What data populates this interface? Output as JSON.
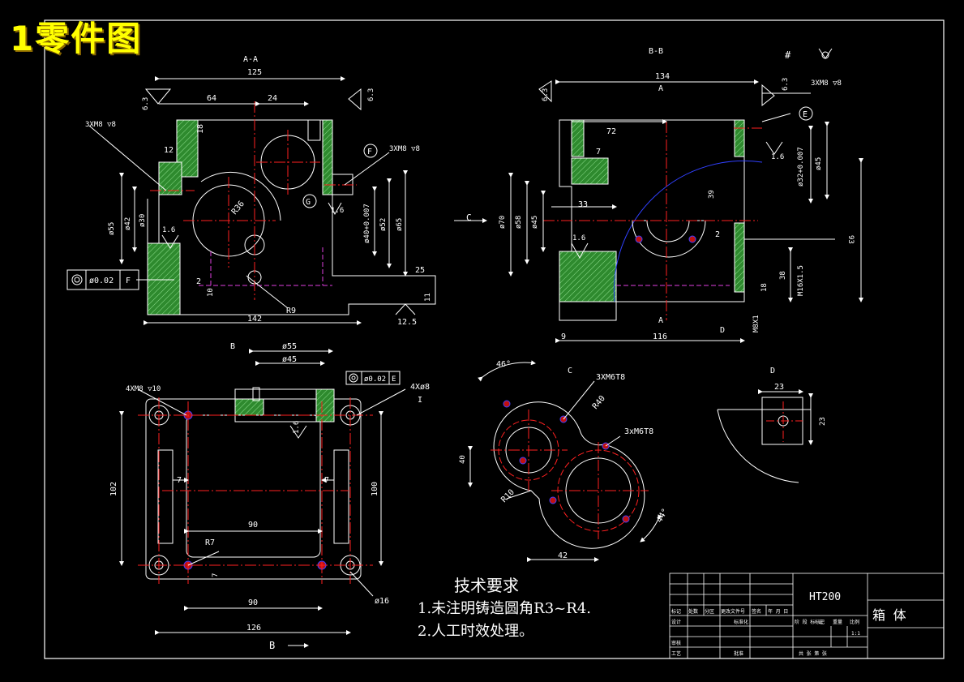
{
  "title": "1零件图",
  "views": {
    "aa": {
      "label": "A-A",
      "d125": "125",
      "d64": "64",
      "d24": "24",
      "d12": "12",
      "d18": "18",
      "d142": "142",
      "r36": "R36",
      "r9": "R9",
      "d55": "ø55",
      "d42": "ø42",
      "d30": "ø30",
      "d40": "ø40+0.007",
      "d52": "ø52",
      "d65": "ø65",
      "d25": "25",
      "d11": "11",
      "d2": "2",
      "d10": "10",
      "thread_l": "3XM8 ▽8",
      "thread_r": "3XM8 ▽8",
      "f": "F",
      "g": "G",
      "tol": "ø0.02",
      "tol_ref": "F",
      "ra1": "6.3",
      "ra2": "6.3",
      "ra3": "1.6",
      "ra4": "1.6",
      "ra5": "12.5"
    },
    "bb": {
      "label": "B-B",
      "d134": "134",
      "a1": "A",
      "d72": "72",
      "d7": "7",
      "d33": "33",
      "d70": "ø70",
      "d58": "ø58",
      "d45": "ø45",
      "d32": "ø32+0.007",
      "d45r": "ø45",
      "d39": "39",
      "d2": "2",
      "d93": "93",
      "d38": "38",
      "m16": "M16X1.5",
      "d18": "18",
      "m8": "M8X1",
      "d9": "9",
      "d116": "116",
      "a2": "A",
      "d": "D",
      "c": "C",
      "e": "E",
      "thread": "3XM8 ▽8",
      "ra1": "6.3",
      "ra2": "6.3",
      "ra3": "1.6",
      "ra4": "1.6",
      "mark": "#"
    },
    "b": {
      "label": "B",
      "label2": "B",
      "d55": "ø55",
      "d45": "ø45",
      "tol": "ø0.02",
      "tol_ref": "E",
      "thread": "4XM8 ▽10",
      "holes": "4Xø8",
      "i": "I",
      "d102": "102",
      "d100": "100",
      "d7a": "7",
      "d7b": "7",
      "d90a": "90",
      "d90b": "90",
      "r7": "R7",
      "d7c": "7",
      "d16": "ø16",
      "d126": "126",
      "ra": "1.6"
    },
    "c": {
      "label": "C",
      "angle1": "46°",
      "angle2": "44°",
      "t1": "3XM6T8",
      "t2": "3xM6T8",
      "r40": "R40",
      "r10": "R10",
      "d40": "40",
      "d42": "42"
    },
    "d": {
      "label": "D",
      "d23a": "23",
      "d23b": "23"
    }
  },
  "tech": {
    "title": "技术要求",
    "line1": "1.未注明铸造圆角R3~R4.",
    "line2": "2.人工时效处理。"
  },
  "title_block": {
    "material": "HT200",
    "name": "箱  体",
    "scale": "1:1",
    "row_labels": [
      "标记",
      "处数",
      "分区",
      "更改文件号",
      "签名",
      "年 月 日"
    ],
    "design": "设计",
    "std": "标准化",
    "audit": "审核",
    "process": "工艺",
    "approve": "批准",
    "check": "标记",
    "weight": "重量",
    "ratio": "比例",
    "stage": "阶 段 标 记",
    "sheets": "共   张  第   张"
  },
  "colors": {
    "bg": "#000000",
    "line": "#ffffff",
    "hatch": "#3cb43c",
    "center": "#ff2020",
    "hidden": "#e040e0",
    "dim": "#ffffff",
    "hole": "#4040ff",
    "title": "#ffff00",
    "curve": "#3040ff"
  }
}
